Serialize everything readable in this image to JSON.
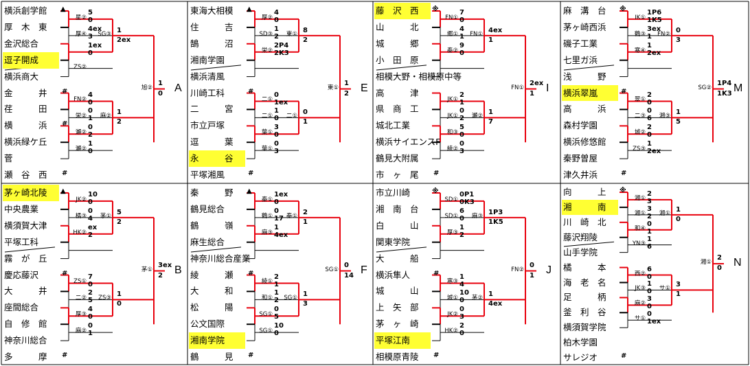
{
  "blocks": [
    {
      "letter": "A",
      "marks": [
        "▲",
        "",
        "",
        "",
        "",
        "",
        "",
        "",
        "",
        "",
        "",
        ""
      ],
      "teams": [
        "横浜創学館",
        "厚　木　東",
        "金沢総合",
        "逗子開成",
        "横浜商大",
        "金　　　井",
        "荏　　　田",
        "横　　　浜",
        "横浜緑ケ丘",
        "菅",
        "瀬　谷　西",
        ""
      ],
      "tails": [
        "",
        "",
        "",
        "",
        "",
        "#",
        "",
        "#",
        "",
        "",
        "#",
        ""
      ],
      "hl": [
        false,
        false,
        false,
        true,
        false,
        false,
        false,
        false,
        false,
        false,
        false,
        false
      ],
      "r1": [
        {
          "l": "星②",
          "a": "5",
          "b": "0"
        },
        {
          "l": "厚④",
          "a": "4ex",
          "b": "3"
        },
        {
          "l": "",
          "a": "1ex",
          "b": "0"
        },
        {
          "l": "ZS②",
          "a": "",
          "b": ""
        },
        {
          "l": "FN②",
          "a": "4",
          "b": "0"
        },
        {
          "l": "栄②",
          "a": "0",
          "b": "1"
        },
        {
          "l": "瀬②",
          "a": "0",
          "b": "2"
        },
        {
          "l": "瀬②",
          "a": "1",
          "b": "0"
        }
      ],
      "r2": [
        {
          "l": "SG③",
          "a": "1",
          "b": "2ex"
        },
        {
          "l": "",
          "a": "",
          "b": ""
        },
        {
          "l": "麻②",
          "a": "1",
          "b": "2"
        },
        {
          "l": "",
          "a": "",
          "b": ""
        }
      ],
      "r3": [
        {
          "l": "旭②",
          "a": "1",
          "b": "0"
        }
      ]
    }
  ],
  "labels": {
    "A": "A",
    "E": "E",
    "I": "I",
    "M": "M",
    "B": "B",
    "F": "F",
    "J": "J",
    "N": "N"
  }
}
